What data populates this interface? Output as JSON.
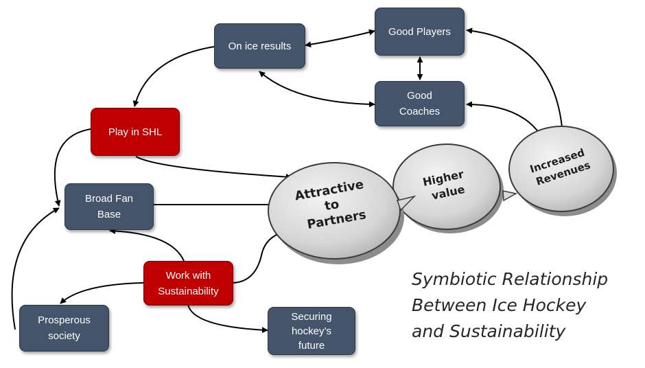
{
  "nodes": {
    "on_ice_results": "On ice results",
    "good_players": "Good Players",
    "good_coaches": "Good\nCoaches",
    "play_in_shl": "Play in SHL",
    "broad_fan_base": "Broad Fan\nBase",
    "work_with_sustainability": "Work with\nSustainability",
    "prosperous_society": "Prosperous\nsociety",
    "securing_hockeys_future": "Securing\nhockey’s\nfuture"
  },
  "circles": {
    "attractive_l1": "Attractive",
    "attractive_l2": "to",
    "attractive_l3": "Partners",
    "higher_l1": "Higher",
    "higher_l2": "value",
    "revenues_l1": "Increased",
    "revenues_l2": "Revenues"
  },
  "title": "Symbiotic Relationship\nBetween Ice Hockey\nand Sustainability",
  "colors": {
    "dark_node": "#44546a",
    "red_node": "#c00000",
    "circle": "#d9d9d9"
  }
}
